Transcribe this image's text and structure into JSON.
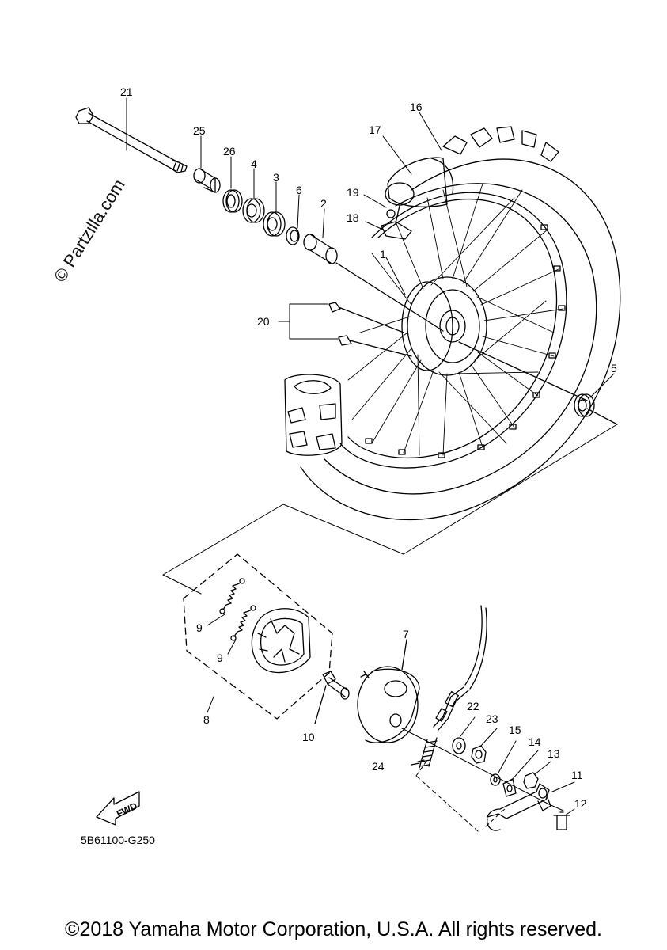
{
  "watermark": "© Partzilla.com",
  "diagram_code": "5B61100-G250",
  "fwd_label": "FWD",
  "copyright": "©2018 Yamaha Motor Corporation, U.S.A. All rights reserved.",
  "callouts": {
    "c1": "1",
    "c2": "2",
    "c3": "3",
    "c4": "4",
    "c5": "5",
    "c6": "6",
    "c7": "7",
    "c8": "8",
    "c9a": "9",
    "c9b": "9",
    "c10": "10",
    "c11": "11",
    "c12": "12",
    "c13": "13",
    "c14": "14",
    "c15": "15",
    "c16": "16",
    "c17": "17",
    "c18": "18",
    "c19": "19",
    "c20": "20",
    "c21": "21",
    "c22": "22",
    "c23": "23",
    "c24": "24",
    "c25": "25",
    "c26": "26"
  }
}
